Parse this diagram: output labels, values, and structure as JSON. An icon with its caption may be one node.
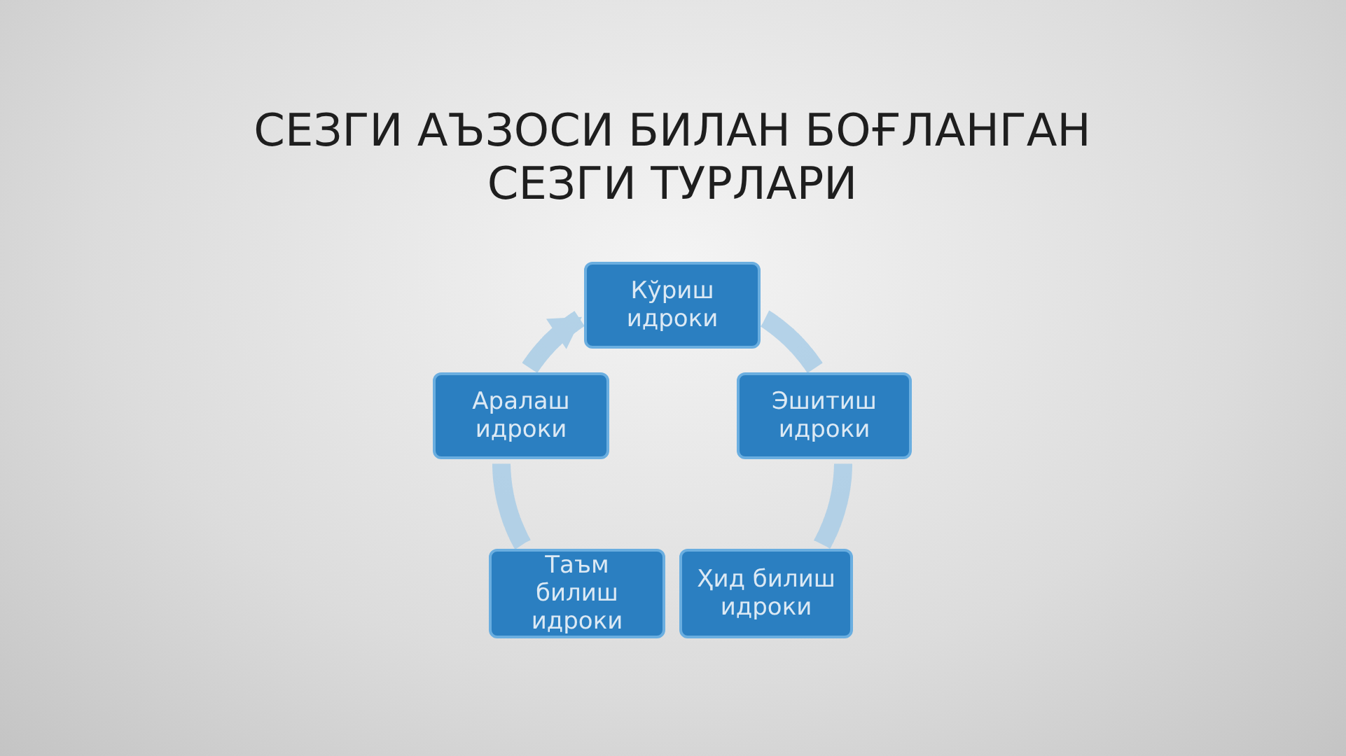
{
  "diagram": {
    "title": "СЕЗГИ АЪЗОСИ БИЛАН БОҒЛАНГАН СЕЗГИ ТУРЛАРИ",
    "nodes": [
      {
        "text": [
          "Кўриш идроки"
        ]
      },
      {
        "text": [
          "Аралаш идроки"
        ]
      },
      {
        "text": [
          "Эшитиш идроки"
        ]
      },
      {
        "text": [
          "Таъм билиш идроки"
        ]
      },
      {
        "text": [
          "Ҳид билиш идроки"
        ]
      }
    ],
    "edges": [
      {
        "from": 0,
        "to": 2,
        "arrow": "none"
      },
      {
        "from": 2,
        "to": 4,
        "arrow": "none"
      },
      {
        "from": 3,
        "to": 1,
        "arrow": "none"
      },
      {
        "from": 1,
        "to": 0,
        "arrow": "to"
      }
    ]
  }
}
